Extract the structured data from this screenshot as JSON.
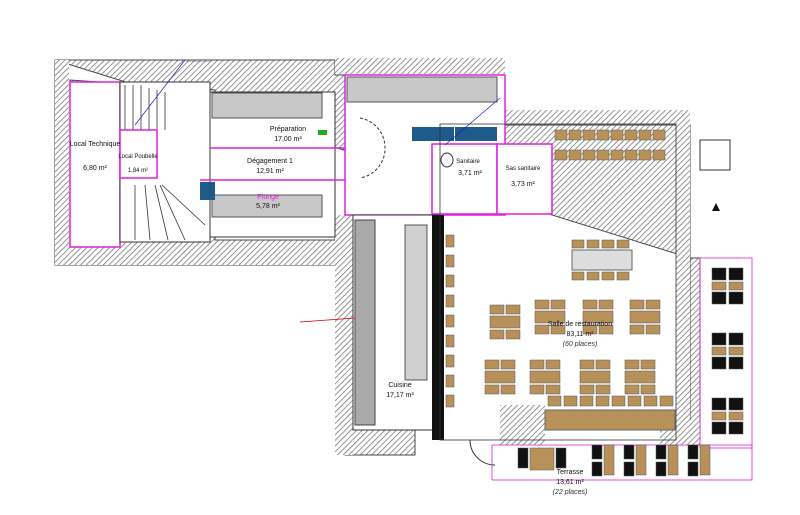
{
  "plan": {
    "rooms": [
      {
        "name": "Local Technique",
        "area": "6,80 m²"
      },
      {
        "name": "Local Poubelle",
        "area": "1,84 m²"
      },
      {
        "name": "Préparation",
        "area": "17,00 m²"
      },
      {
        "name": "Dégagement 1",
        "area": "12,91 m²"
      },
      {
        "name": "Plonge",
        "area": "5,78 m²"
      },
      {
        "name": "Sanitaire",
        "area": "3,71 m²"
      },
      {
        "name": "Sas sanitaire",
        "area": "3,73 m²"
      },
      {
        "name": "Cuisine",
        "area": "17,17 m²"
      },
      {
        "name": "Salle de restauration",
        "area": "83,11 m²",
        "capacity": "(60 places)"
      },
      {
        "name": "Terrasse",
        "area": "13,61 m²",
        "capacity": "(22 places)"
      }
    ],
    "colors": {
      "walls": "#555555",
      "annotations": "#e020e0",
      "furniture": "#b8915a",
      "equipment": "#c8c8c8",
      "cold_rooms": "#1e5a8a"
    }
  }
}
